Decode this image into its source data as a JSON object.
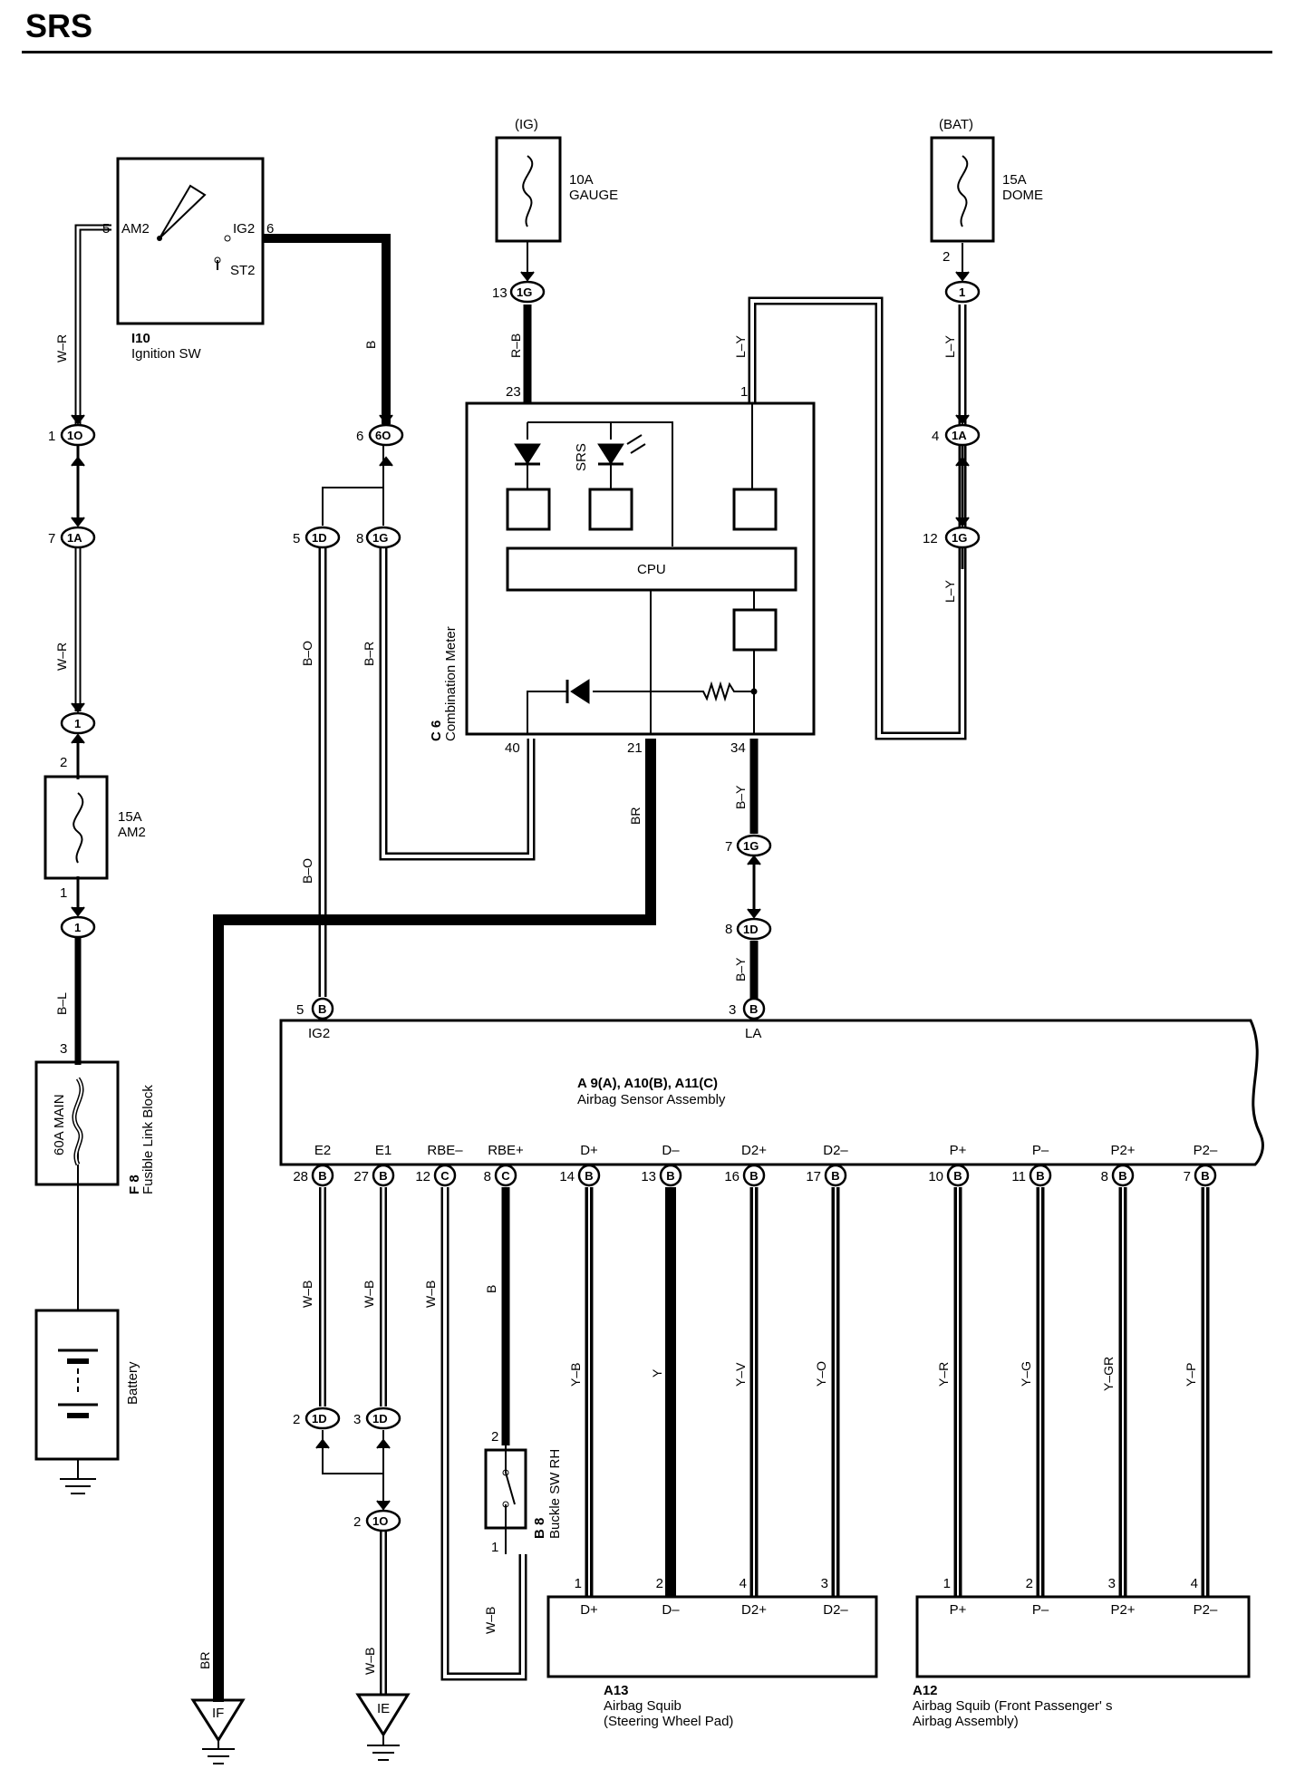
{
  "title": "SRS",
  "components": {
    "ignition_sw": {
      "ref": "I10",
      "name": "Ignition SW",
      "am2": "AM2",
      "ig2": "IG2",
      "st2": "ST2",
      "pin_am2": "5",
      "pin_ig2": "6"
    },
    "fuse_gauge": {
      "supply": "(IG)",
      "rating": "10A",
      "name": "GAUGE"
    },
    "fuse_dome": {
      "supply": "(BAT)",
      "rating": "15A",
      "name": "DOME"
    },
    "fuse_am2": {
      "rating": "15A",
      "name": "AM2"
    },
    "fusible_link": {
      "ref": "F 8",
      "name": "Fusible Link Block",
      "rating": "60A MAIN"
    },
    "battery": {
      "name": "Battery"
    },
    "combination_meter": {
      "ref": "C 6",
      "name": "Combination Meter",
      "srs": "SRS",
      "cpu": "CPU"
    },
    "sensor_assembly": {
      "ref": "A 9(A), A10(B), A11(C)",
      "name": "Airbag Sensor Assembly"
    },
    "buckle_sw": {
      "ref": "B 8",
      "name": "Buckle SW RH"
    },
    "squib_steering": {
      "ref": "A13",
      "name1": "Airbag Squib",
      "name2": "(Steering Wheel Pad)"
    },
    "squib_passenger": {
      "ref": "A12",
      "name1": "Airbag Squib (Front Passenger' s",
      "name2": "Airbag Assembly)"
    },
    "ground_if": "IF",
    "ground_ie": "IE"
  },
  "sensor_top_pins": {
    "ig2": "IG2",
    "la": "LA",
    "pin_ig2": "5",
    "pin_la": "3"
  },
  "sensor_terminals": [
    {
      "label": "E2",
      "pin": "28",
      "conn": "B"
    },
    {
      "label": "E1",
      "pin": "27",
      "conn": "B"
    },
    {
      "label": "RBE–",
      "pin": "12",
      "conn": "C"
    },
    {
      "label": "RBE+",
      "pin": "8",
      "conn": "C"
    },
    {
      "label": "D+",
      "pin": "14",
      "conn": "B"
    },
    {
      "label": "D–",
      "pin": "13",
      "conn": "B"
    },
    {
      "label": "D2+",
      "pin": "16",
      "conn": "B"
    },
    {
      "label": "D2–",
      "pin": "17",
      "conn": "B"
    },
    {
      "label": "P+",
      "pin": "10",
      "conn": "B"
    },
    {
      "label": "P–",
      "pin": "11",
      "conn": "B"
    },
    {
      "label": "P2+",
      "pin": "8",
      "conn": "B"
    },
    {
      "label": "P2–",
      "pin": "7",
      "conn": "B"
    }
  ],
  "squib_terminals": {
    "steering": [
      {
        "label": "D+",
        "pin": "1"
      },
      {
        "label": "D–",
        "pin": "2"
      },
      {
        "label": "D2+",
        "pin": "4"
      },
      {
        "label": "D2–",
        "pin": "3"
      }
    ],
    "passenger": [
      {
        "label": "P+",
        "pin": "1"
      },
      {
        "label": "P–",
        "pin": "2"
      },
      {
        "label": "P2+",
        "pin": "3"
      },
      {
        "label": "P2–",
        "pin": "4"
      }
    ]
  },
  "wire_colors": {
    "w_r": "W–R",
    "b": "B",
    "r_b": "R–B",
    "l_y": "L–Y",
    "b_o": "B–O",
    "b_r": "B–R",
    "br": "BR",
    "b_y": "B–Y",
    "b_l": "B–L",
    "w_b": "W–B",
    "y_b": "Y–B",
    "y": "Y",
    "y_v": "Y–V",
    "y_o": "Y–O",
    "y_r": "Y–R",
    "y_g": "Y–G",
    "y_gr": "Y–GR",
    "y_p": "Y–P"
  },
  "connectors": {
    "c1o": "1O",
    "c6o": "6O",
    "c7_1a": "1A",
    "c5_1d": "1D",
    "c8_1g": "1G",
    "c13_1g": "1G",
    "c1_dome": "1",
    "c4_1a": "1A",
    "c12_1g": "1G",
    "c7_1g": "1G",
    "c8_1d": "1D",
    "c1_fuse_top": "1",
    "c1_fuse_bot": "1",
    "c2_1d": "1D",
    "c3_1d": "1D",
    "c2_1o": "1O",
    "c5_b": "B",
    "c3_b": "B"
  },
  "pin_numbers": {
    "p1_1o": "1",
    "p6_1o": "6",
    "p7_1a": "7",
    "p5_1d": "5",
    "p8_1g": "8",
    "p13": "13",
    "p2_dome": "2",
    "p4_1a": "4",
    "p12_1g": "12",
    "p23": "23",
    "p1_meter": "1",
    "p40": "40",
    "p21": "21",
    "p34": "34",
    "p7_1g": "7",
    "p8_1d": "8",
    "p2_am2": "2",
    "p1_am2": "1",
    "p3_fl": "3",
    "p2_1d": "2",
    "p3_1d": "3",
    "p2_1o": "2",
    "p2_buckle": "2",
    "p1_buckle": "1",
    "p5_b": "5",
    "p3_b": "3"
  }
}
